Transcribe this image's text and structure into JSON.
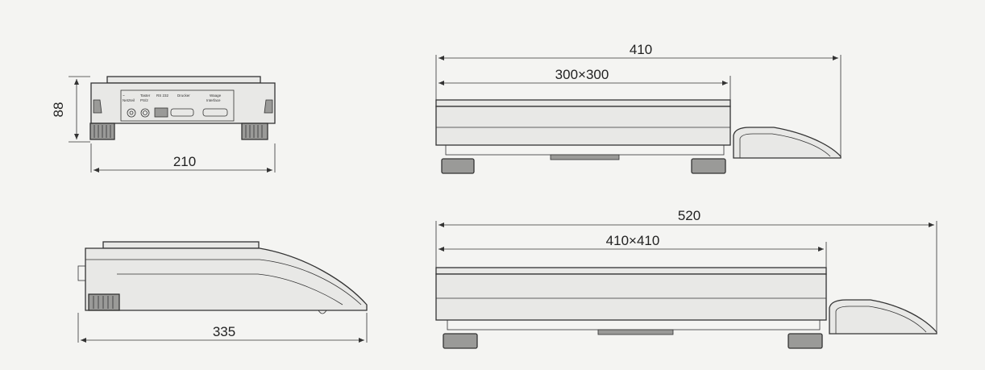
{
  "diagram": {
    "views": {
      "front_small": {
        "height_label": "88",
        "width_label": "210",
        "panel_labels": [
          "~",
          "Netzteil",
          "RS 232",
          "Drucker",
          "Waage",
          "Taster",
          "PS/2",
          "Interface"
        ]
      },
      "side_small": {
        "length_label": "335"
      },
      "side_large_top": {
        "total_label": "410",
        "pan_label": "300×300"
      },
      "side_large_bottom": {
        "total_label": "520",
        "pan_label": "410×410"
      }
    }
  }
}
